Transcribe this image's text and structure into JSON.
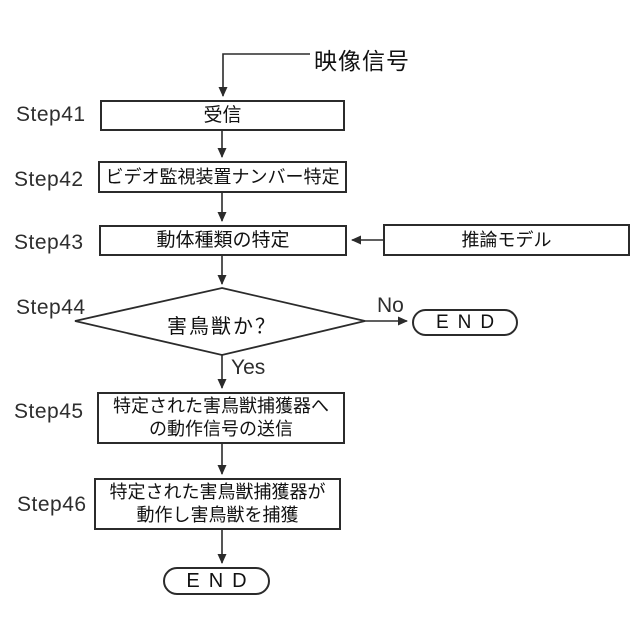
{
  "colors": {
    "background": "#ffffff",
    "line": "#2b2b2b",
    "text": "#111111"
  },
  "flow": {
    "signal_label": "映像信号",
    "step41": {
      "step": "Step41",
      "label": "受信"
    },
    "step42": {
      "step": "Step42",
      "label": "ビデオ監視装置ナンバー特定"
    },
    "step43": {
      "step": "Step43",
      "label": "動体種類の特定"
    },
    "step44": {
      "step": "Step44",
      "label": "害鳥獣か？"
    },
    "step45": {
      "step": "Step45",
      "line1": "特定された害鳥獣捕獲器へ",
      "line2": "の動作信号の送信"
    },
    "step46": {
      "step": "Step46",
      "line1": "特定された害鳥獣捕獲器が",
      "line2": "動作し害鳥獣を捕獲"
    },
    "inference_model": {
      "label": "推論モデル"
    },
    "branch": {
      "no": "No",
      "yes": "Yes"
    },
    "end_right": "END",
    "end_bottom": "END"
  }
}
